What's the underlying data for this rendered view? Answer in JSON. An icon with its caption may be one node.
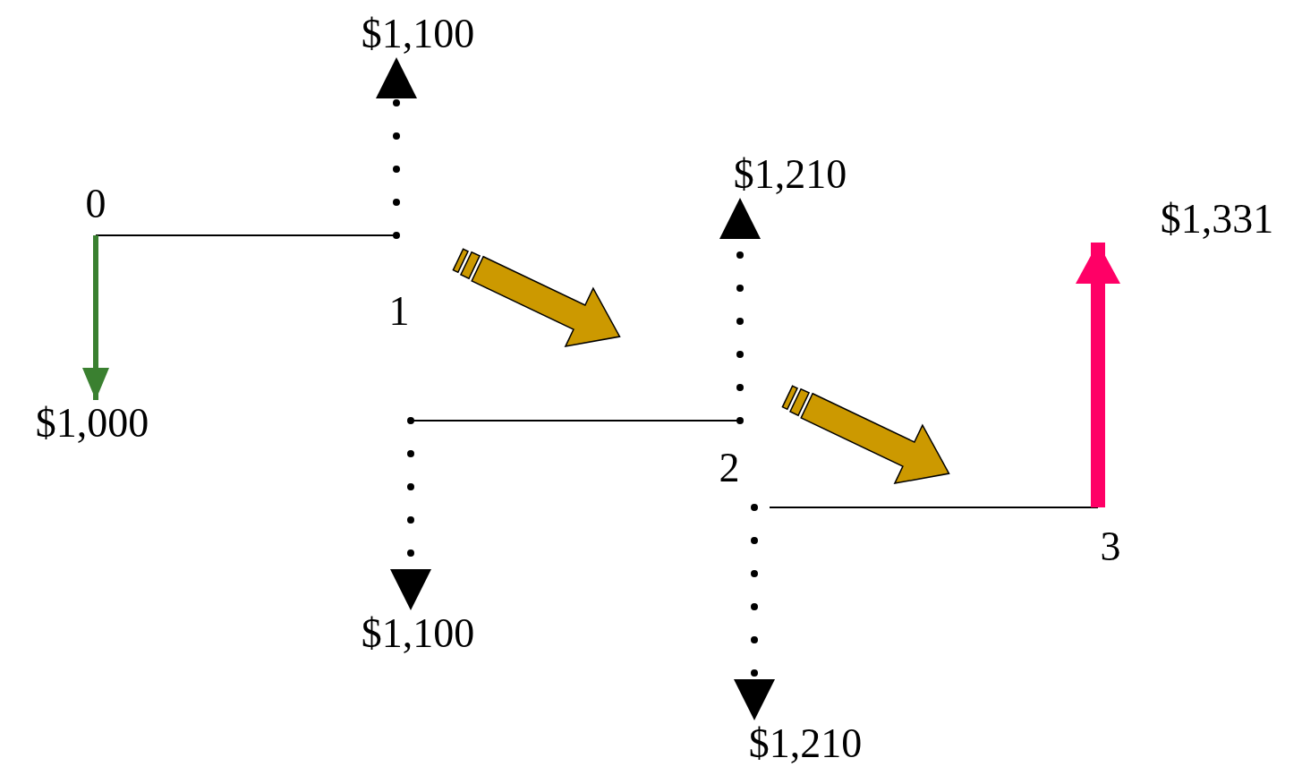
{
  "diagram": {
    "nodes": [
      {
        "text": [
          "$1,100"
        ]
      },
      {
        "text": [
          "$1,210"
        ]
      },
      {
        "text": [
          "$1,331"
        ]
      },
      {
        "text": [
          "$1,000"
        ]
      },
      {
        "text": [
          "$1,100"
        ]
      },
      {
        "text": [
          "$1,210"
        ]
      }
    ],
    "edges": [
      {
        "from": null,
        "to": 0,
        "arrow": "to",
        "style": "dashed"
      },
      {
        "from": null,
        "to": 1,
        "arrow": "to",
        "style": "dashed"
      },
      {
        "from": null,
        "to": 2,
        "arrow": "to",
        "style": "thick",
        "color": "#ff0066"
      },
      {
        "from": null,
        "to": 3,
        "arrow": "to",
        "color": "#3a8030"
      },
      {
        "from": null,
        "to": 4,
        "arrow": "to",
        "style": "dashed"
      },
      {
        "from": null,
        "to": 5,
        "arrow": "to",
        "style": "dashed"
      }
    ],
    "labels": [
      "0",
      "1",
      "2",
      "3"
    ]
  }
}
